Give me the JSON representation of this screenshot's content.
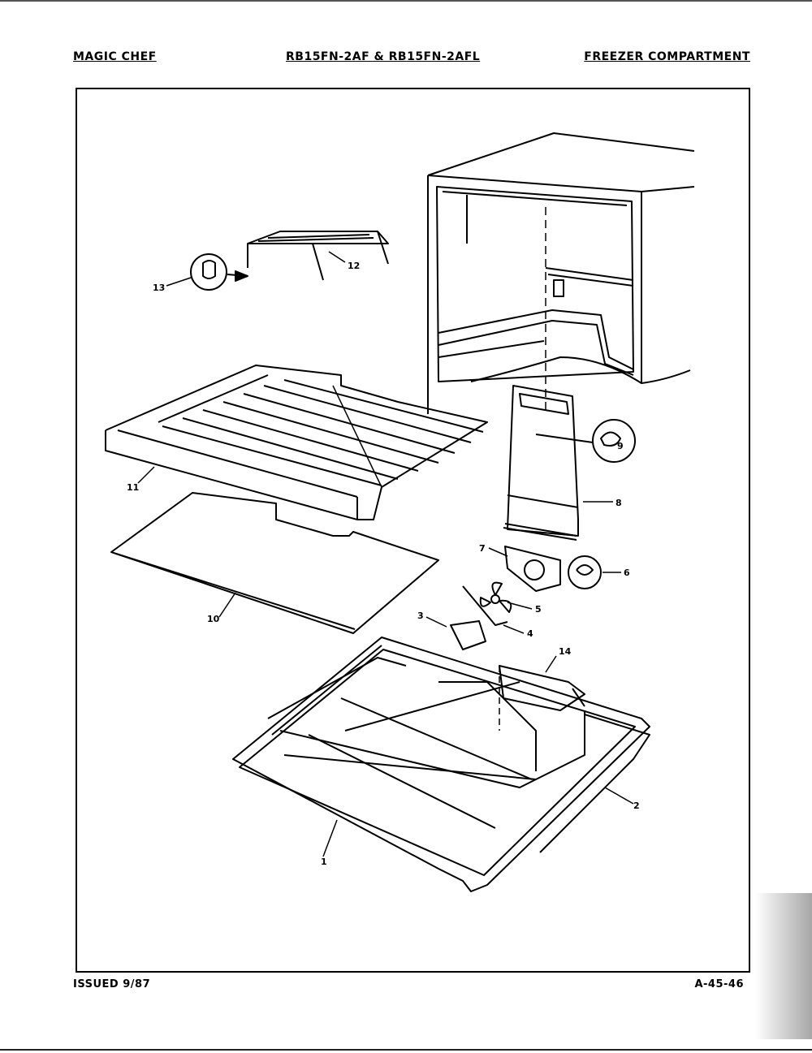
{
  "header": {
    "brand": "MAGIC CHEF",
    "model": "RB15FN-2AF & RB15FN-2AFL",
    "section": "FREEZER COMPARTMENT"
  },
  "footer": {
    "issued": "ISSUED 9/87",
    "page_id": "A-45-46"
  },
  "callouts": {
    "c1": "1",
    "c2": "2",
    "c3": "3",
    "c4": "4",
    "c5": "5",
    "c6": "6",
    "c7": "7",
    "c8": "8",
    "c9": "9",
    "c10": "10",
    "c11": "11",
    "c12": "12",
    "c13": "13",
    "c14": "14"
  }
}
